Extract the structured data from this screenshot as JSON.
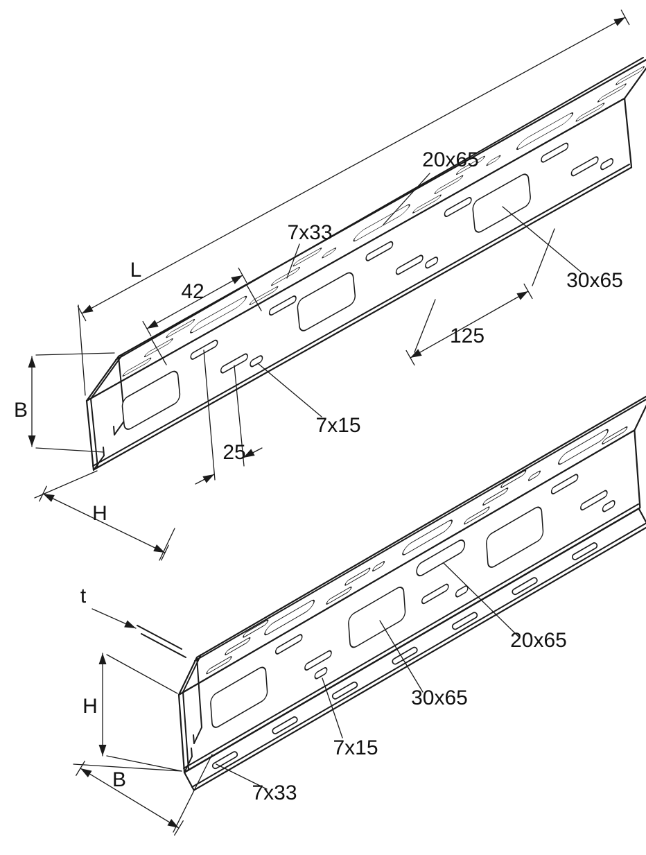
{
  "drawing": {
    "colors": {
      "line": "#1a1a1a",
      "background": "#ffffff"
    },
    "figure_top": {
      "labels": {
        "length": "L",
        "spacing_42": "42",
        "slot_20x65": "20x65",
        "slot_7x33": "7x33",
        "slot_30x65": "30x65",
        "spacing_125": "125",
        "width": "B",
        "slot_7x15": "7x15",
        "spacing_25": "25",
        "height": "H"
      }
    },
    "figure_bottom": {
      "labels": {
        "thickness": "t",
        "slot_20x65": "20x65",
        "slot_30x65": "30x65",
        "height": "H",
        "slot_7x15": "7x15",
        "width": "B",
        "slot_7x33": "7x33"
      }
    }
  }
}
